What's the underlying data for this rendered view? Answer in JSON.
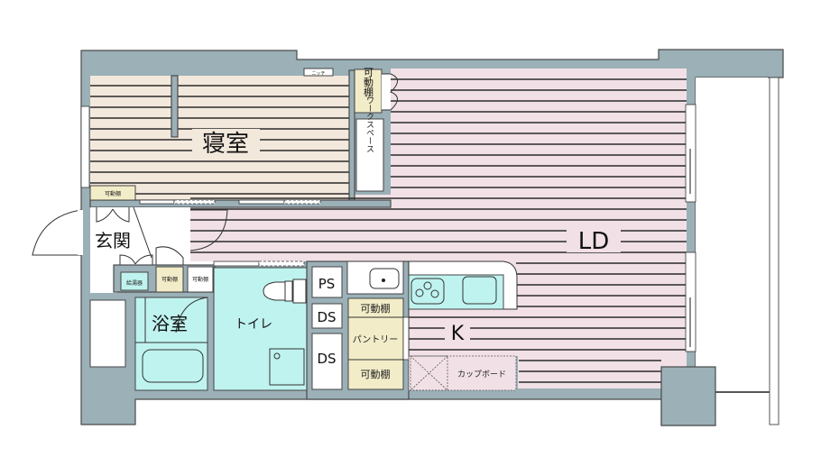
{
  "floor_plan": {
    "rooms": {
      "bedroom": "寝室",
      "living_dining": "LD",
      "kitchen": "K",
      "entrance": "玄関",
      "bathroom": "浴室",
      "toilet": "トイレ"
    },
    "fixtures": {
      "niche": "ニッチ",
      "movable_shelf_top": "可動棚",
      "workspace": "ワークスペース",
      "movable_shelf_entrance": "可動棚",
      "water_heater": "給湯器",
      "movable_shelf_small_1": "可動棚",
      "movable_shelf_small_2": "可動棚",
      "ps": "PS",
      "ds_1": "DS",
      "ds_2": "DS",
      "kitchen_shelf_top": "可動棚",
      "pantry": "パントリー",
      "kitchen_shelf_bottom": "可動棚",
      "cupboard": "カップボード"
    },
    "colors": {
      "wall": "#9bb0b7",
      "bedroom_floor": "#f3e8dc",
      "ld_floor": "#f1e1e6",
      "wet_area": "#bff3ef",
      "storage": "#f2ecc8"
    }
  }
}
